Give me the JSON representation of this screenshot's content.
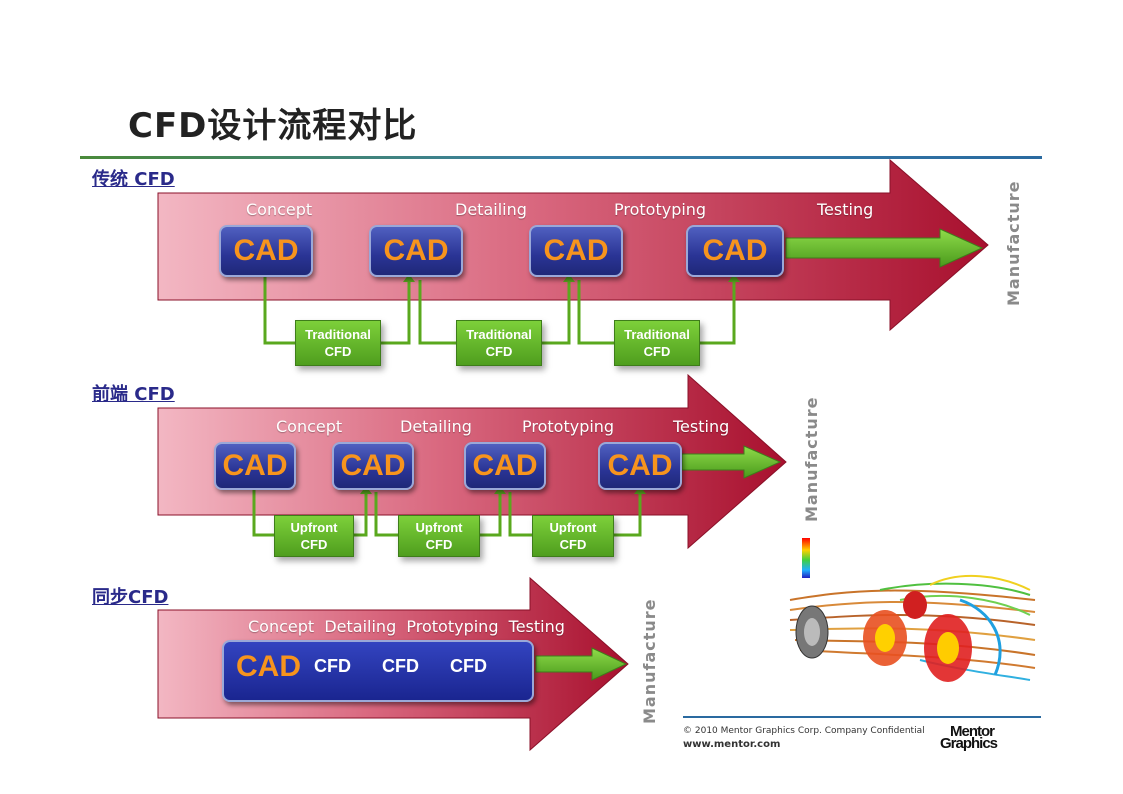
{
  "title": "CFD设计流程对比",
  "sections": [
    {
      "label": "传统 CFD",
      "stages": [
        "Concept",
        "Detailing",
        "Prototyping",
        "Testing"
      ],
      "cad_label": "CAD",
      "cfd_boxes": [
        [
          "Traditional",
          "CFD"
        ],
        [
          "Traditional",
          "CFD"
        ],
        [
          "Traditional",
          "CFD"
        ]
      ],
      "end_label": "Manufacture"
    },
    {
      "label": "前端 CFD",
      "stages": [
        "Concept",
        "Detailing",
        "Prototyping",
        "Testing"
      ],
      "cad_label": "CAD",
      "cfd_boxes": [
        [
          "Upfront",
          "CFD"
        ],
        [
          "Upfront",
          "CFD"
        ],
        [
          "Upfront",
          "CFD"
        ]
      ],
      "end_label": "Manufacture"
    },
    {
      "label": "同步CFD",
      "stages_line": "Concept  Detailing  Prototyping  Testing",
      "cad_label": "CAD",
      "cfd_labels": [
        "CFD",
        "CFD",
        "CFD"
      ],
      "end_label": "Manufacture"
    }
  ],
  "footer": {
    "copyright": "© 2010 Mentor Graphics Corp. Company Confidential",
    "url": "www.mentor.com",
    "logo_line1": "Mentor",
    "logo_line2": "Graphics"
  },
  "colors": {
    "arrow_red": "#b0203a",
    "cad_blue": "#2a3495",
    "cad_text": "#f7941d",
    "cfd_green": "#5fae24"
  }
}
